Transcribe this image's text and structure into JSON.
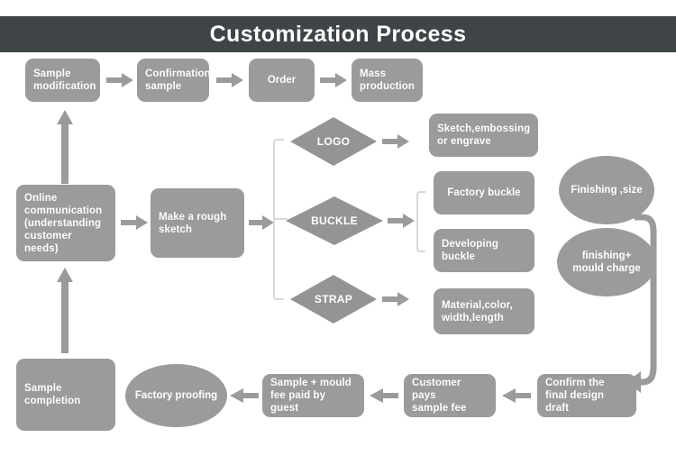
{
  "header": {
    "title": "Customization Process"
  },
  "colors": {
    "header_bg": "#3f4447",
    "header_text": "#ffffff",
    "node_fill": "#9b9b9b",
    "diamond_fill": "#949494",
    "arrow_fill": "#9b9b9b",
    "bracket_stroke": "#d6d6d6",
    "page_bg": "#ffffff"
  },
  "chart_data": {
    "type": "diagram",
    "title": "Customization Process",
    "nodes": [
      {
        "id": "sample-modification",
        "shape": "rounded-rect",
        "label": "Sample modification"
      },
      {
        "id": "confirmation-sample",
        "shape": "rounded-rect",
        "label": "Confirmation sample"
      },
      {
        "id": "order",
        "shape": "rounded-rect",
        "label": "Order"
      },
      {
        "id": "mass-production",
        "shape": "rounded-rect",
        "label": "Mass production"
      },
      {
        "id": "online-communication",
        "shape": "rounded-rect",
        "label": "Online communication (understanding customer needs)"
      },
      {
        "id": "make-rough-sketch",
        "shape": "rounded-rect",
        "label": "Make a rough sketch"
      },
      {
        "id": "logo",
        "shape": "diamond",
        "label": "LOGO"
      },
      {
        "id": "buckle",
        "shape": "diamond",
        "label": "BUCKLE"
      },
      {
        "id": "strap",
        "shape": "diamond",
        "label": "STRAP"
      },
      {
        "id": "sketch-embossing",
        "shape": "rounded-rect",
        "label": "Sketch,embossing or engrave"
      },
      {
        "id": "factory-buckle",
        "shape": "rounded-rect",
        "label": "Factory buckle"
      },
      {
        "id": "developing-buckle",
        "shape": "rounded-rect",
        "label": "Developing buckle"
      },
      {
        "id": "material-color",
        "shape": "rounded-rect",
        "label": "Material,color, width,length"
      },
      {
        "id": "finishing-size",
        "shape": "ellipse",
        "label": "Finishing ,size"
      },
      {
        "id": "finishing-mould",
        "shape": "ellipse",
        "label": "finishing+ mould charge"
      },
      {
        "id": "sample-completion",
        "shape": "rounded-rect",
        "label": "Sample completion"
      },
      {
        "id": "factory-proofing",
        "shape": "ellipse",
        "label": "Factory proofing"
      },
      {
        "id": "sample-mould-fee",
        "shape": "rounded-rect",
        "label": "Sample + mould fee paid by guest"
      },
      {
        "id": "customer-pays",
        "shape": "rounded-rect",
        "label": "Customer pays sample fee"
      },
      {
        "id": "confirm-final-draft",
        "shape": "rounded-rect",
        "label": "Confirm the final design draft"
      }
    ],
    "edges": [
      {
        "from": "sample-modification",
        "to": "confirmation-sample",
        "dir": "right"
      },
      {
        "from": "confirmation-sample",
        "to": "order",
        "dir": "right"
      },
      {
        "from": "order",
        "to": "mass-production",
        "dir": "right"
      },
      {
        "from": "online-communication",
        "to": "sample-modification",
        "dir": "up"
      },
      {
        "from": "sample-completion",
        "to": "online-communication",
        "dir": "up"
      },
      {
        "from": "online-communication",
        "to": "make-rough-sketch",
        "dir": "right"
      },
      {
        "from": "make-rough-sketch",
        "to": "logo",
        "dir": "right"
      },
      {
        "from": "make-rough-sketch",
        "to": "buckle",
        "dir": "right"
      },
      {
        "from": "make-rough-sketch",
        "to": "strap",
        "dir": "right"
      },
      {
        "from": "logo",
        "to": "sketch-embossing",
        "dir": "right"
      },
      {
        "from": "buckle",
        "to": "factory-buckle",
        "dir": "right"
      },
      {
        "from": "buckle",
        "to": "developing-buckle",
        "dir": "right"
      },
      {
        "from": "strap",
        "to": "material-color",
        "dir": "right"
      },
      {
        "from": "finishing-size",
        "to": "confirm-final-draft",
        "dir": "curve-down-left"
      },
      {
        "from": "confirm-final-draft",
        "to": "customer-pays",
        "dir": "left"
      },
      {
        "from": "customer-pays",
        "to": "sample-mould-fee",
        "dir": "left"
      },
      {
        "from": "sample-mould-fee",
        "to": "factory-proofing",
        "dir": "left"
      }
    ]
  },
  "nodes": {
    "sample_modification": "Sample\nmodification",
    "confirmation_sample": "Confirmation\nsample",
    "order": "Order",
    "mass_production": "Mass\nproduction",
    "online_communication": "Online\ncommunication\n(understanding\ncustomer needs)",
    "make_rough_sketch": "Make a rough\nsketch",
    "logo": "LOGO",
    "buckle": "BUCKLE",
    "strap": "STRAP",
    "sketch_embossing": "Sketch,embossing\nor engrave",
    "factory_buckle": "Factory buckle",
    "developing_buckle": "Developing buckle",
    "material_color": "Material,color,\nwidth,length",
    "finishing_size": "Finishing ,size",
    "finishing_mould": "finishing+\nmould charge",
    "sample_completion": "Sample\ncompletion",
    "factory_proofing": "Factory proofing",
    "sample_mould_fee": "Sample + mould\nfee paid by guest",
    "customer_pays": "Customer pays\nsample fee",
    "confirm_final_draft": "Confirm the\nfinal design draft"
  }
}
